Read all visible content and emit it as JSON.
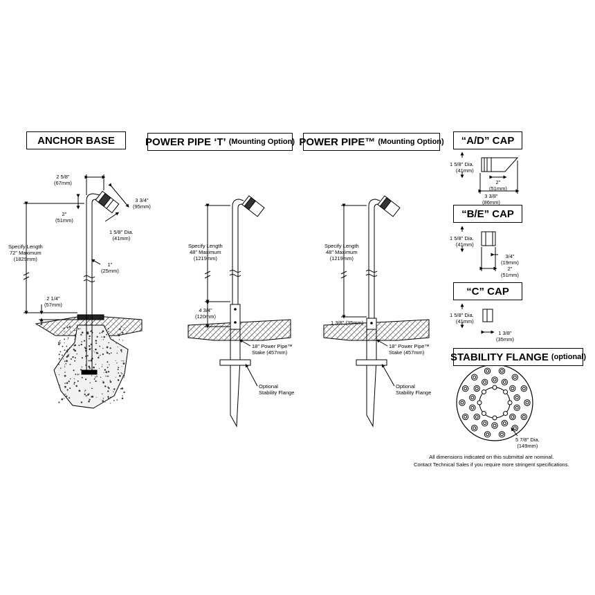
{
  "sections": {
    "anchor_base": "ANCHOR BASE",
    "power_pipe_t": "POWER PIPE ‘T’",
    "power_pipe_t_sub": "(Mounting Option)",
    "power_pipe": "POWER PIPE™",
    "power_pipe_sub": "(Mounting Option)",
    "ad_cap": "“A/D” CAP",
    "be_cap": "“B/E” CAP",
    "c_cap": "“C” CAP",
    "stability_flange": "STABILITY FLANGE",
    "stability_flange_sub": "(optional)"
  },
  "anchor": {
    "dim_top_1": "2 5/8\"",
    "dim_top_2": "(67mm)",
    "dim_head_1": "3 3/4\"",
    "dim_head_2": "(95mm)",
    "dim_arm_1": "2\"",
    "dim_arm_2": "(51mm)",
    "dim_dia_1": "1 5/8\" Dia.",
    "dim_dia_2": "(41mm)",
    "length_1": "Specify Length",
    "length_2": "72\" Maximum",
    "length_3": "(1829mm)",
    "pipe_1": "1\"",
    "pipe_2": "(25mm)",
    "base_1": "2 1/4\"",
    "base_2": "(57mm)"
  },
  "pipe_t": {
    "length_1": "Specify Length",
    "length_2": "48\" Maximum",
    "length_3": "(1219mm)",
    "tee_1": "4 3/4\"",
    "tee_2": "(120mm)",
    "stake_1": "18\" Power Pipe™",
    "stake_2": "Stake (457mm)",
    "flange_1": "Optional",
    "flange_2": "Stability Flange"
  },
  "pipe": {
    "length_1": "Specify Length",
    "length_2": "48\" Maximum",
    "length_3": "(1219mm)",
    "ground": "1 3/8\" (35mm)",
    "stake_1": "18\" Power Pipe™",
    "stake_2": "Stake (457mm)",
    "flange_1": "Optional",
    "flange_2": "Stability Flange"
  },
  "ad": {
    "dia_1": "1 5/8\" Dia.",
    "dia_2": "(41mm)",
    "len_1": "2\"",
    "len_2": "(51mm)",
    "total_1": "3 3/8\"",
    "total_2": "(86mm)"
  },
  "be": {
    "dia_1": "1 5/8\" Dia.",
    "dia_2": "(41mm)",
    "small_1": "3/4\"",
    "small_2": "(19mm)",
    "len_1": "2\"",
    "len_2": "(51mm)"
  },
  "c": {
    "dia_1": "1 5/8\" Dia.",
    "dia_2": "(41mm)",
    "len_1": "1 3/8\"",
    "len_2": "(35mm)"
  },
  "flange": {
    "dia_1": "5 7/8\" Dia.",
    "dia_2": "(149mm)"
  },
  "footer": {
    "line_1": "All dimensions indicated on this submittal are nominal.",
    "line_2": "Contact Technical Sales if you require more stringent specifications."
  }
}
